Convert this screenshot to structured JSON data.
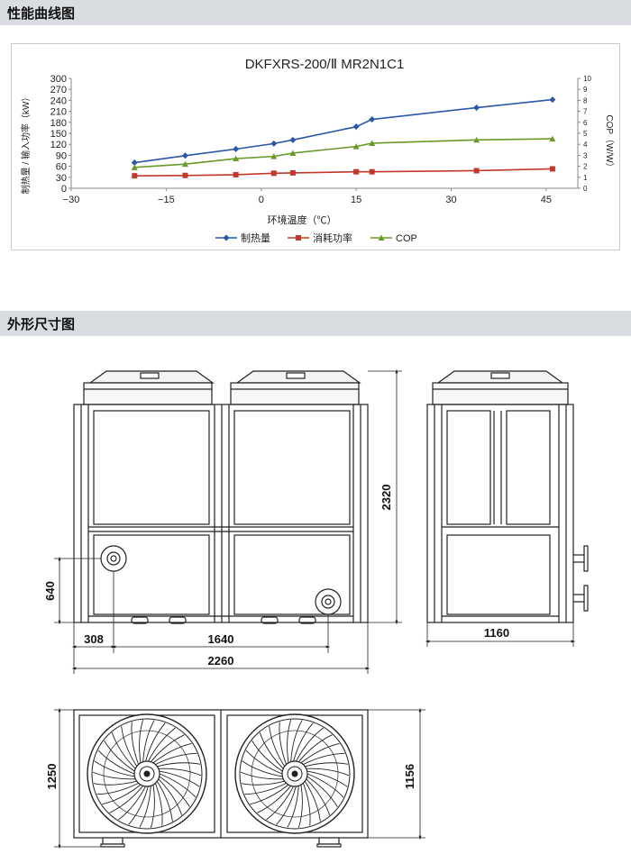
{
  "sections": {
    "performance_title": "性能曲线图",
    "dimensions_title": "外形尺寸图"
  },
  "colors": {
    "heating": "#2a57a8",
    "power": "#c0392b",
    "cop": "#6a9a2a",
    "section_bar": "#d9dde1",
    "drawing_line": "#222222"
  },
  "chart_data": {
    "type": "line",
    "title": "DKFXRS-200/Ⅱ MR2N1C1",
    "xlabel": "环境温度（℃）",
    "ylabel": "制热量 / 输入功率（kW）",
    "y2label": "COP（W/W）",
    "xlim": [
      -30,
      50
    ],
    "ylim": [
      0,
      300
    ],
    "y2lim": [
      0,
      10
    ],
    "x_ticks": [
      "−30",
      "−15",
      "0",
      "15",
      "30",
      "45"
    ],
    "x_tick_values": [
      -30,
      -15,
      0,
      15,
      30,
      45
    ],
    "y_ticks": [
      0,
      30,
      60,
      90,
      120,
      150,
      180,
      210,
      240,
      270,
      300
    ],
    "y2_ticks": [
      0,
      1,
      2,
      3,
      4,
      5,
      6,
      7,
      8,
      9,
      10
    ],
    "grid": false,
    "legend_position": "bottom",
    "series": [
      {
        "name": "制热量",
        "axis": "left",
        "color": "#2a57a8",
        "marker": "diamond",
        "x": [
          -20,
          -12,
          -4,
          2,
          5,
          15,
          17.5,
          34,
          46
        ],
        "y": [
          70,
          89,
          107,
          122,
          132,
          168,
          188,
          220,
          242
        ]
      },
      {
        "name": "消耗功率",
        "axis": "left",
        "color": "#c0392b",
        "marker": "square",
        "x": [
          -20,
          -12,
          -4,
          2,
          5,
          15,
          17.5,
          34,
          46
        ],
        "y": [
          34,
          35,
          37,
          41,
          42,
          45,
          45,
          48,
          53
        ]
      },
      {
        "name": "COP",
        "axis": "right",
        "color": "#6a9a2a",
        "marker": "triangle",
        "x": [
          -20,
          -12,
          -4,
          2,
          5,
          15,
          17.5,
          34,
          46
        ],
        "y": [
          1.9,
          2.2,
          2.7,
          2.9,
          3.2,
          3.8,
          4.1,
          4.4,
          4.5
        ]
      }
    ]
  },
  "dimensions": {
    "height_total": "2320",
    "pipe_height": "640",
    "pipe_offset": "308",
    "pipe_spacing": "1640",
    "length_total": "2260",
    "side_width": "1160",
    "top_depth_outer": "1250",
    "top_depth_inner": "1156"
  }
}
